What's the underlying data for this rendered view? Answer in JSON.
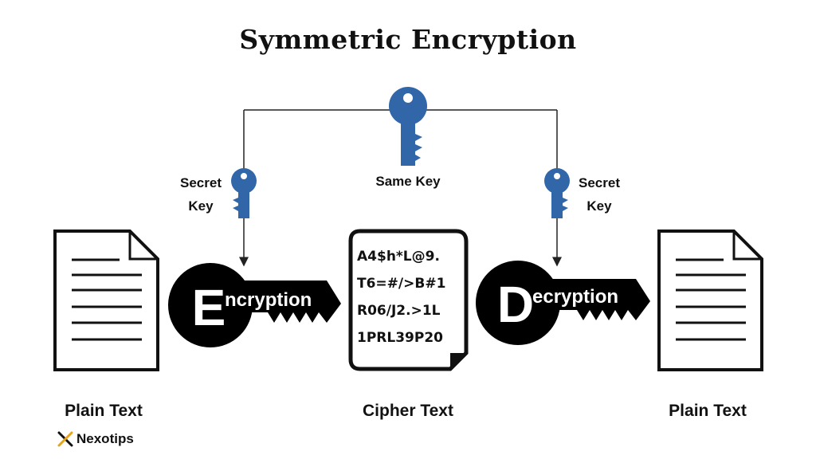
{
  "title": "Symmetric Encryption",
  "labels": {
    "secret_key_left": [
      "Secret",
      "Key"
    ],
    "same_key": "Same Key",
    "secret_key_right": [
      "Secret",
      "Key"
    ]
  },
  "encryption_key": {
    "initial": "E",
    "rest": "ncryption"
  },
  "decryption_key": {
    "initial": "D",
    "rest": "ecryption"
  },
  "cipher_text_lines": [
    "A4$h*L@9.",
    "T6=#/>B#1",
    "R06/J2.>1L",
    "1PRL39P20"
  ],
  "captions": {
    "plain_text_left": "Plain Text",
    "cipher_text": "Cipher Text",
    "plain_text_right": "Plain Text"
  },
  "brand": {
    "name": "Nexotips"
  },
  "colors": {
    "key_blue": "#3166a8",
    "key_black": "#000000",
    "line": "#222222"
  },
  "icons": [
    "key-icon",
    "document-icon",
    "brand-logo-icon"
  ]
}
